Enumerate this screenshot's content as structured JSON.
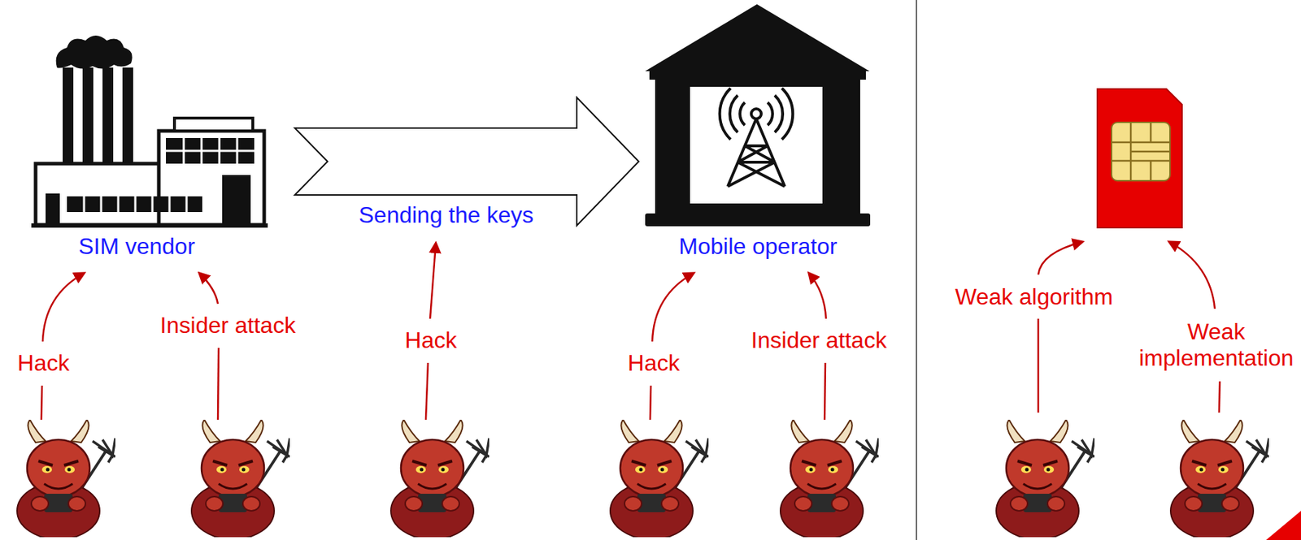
{
  "diagram": {
    "nodes": [
      {
        "text": [
          "SIM vendor"
        ]
      },
      {
        "text": [
          "Mobile operator"
        ]
      }
    ],
    "edges": [
      {
        "from": 0,
        "to": 1,
        "arrow": "to",
        "label": "Sending the keys"
      }
    ],
    "labels": [
      "Hack",
      "Insider attack",
      "Hack",
      "Hack",
      "Insider attack",
      "Weak algorithm",
      "Weak implementation"
    ]
  }
}
